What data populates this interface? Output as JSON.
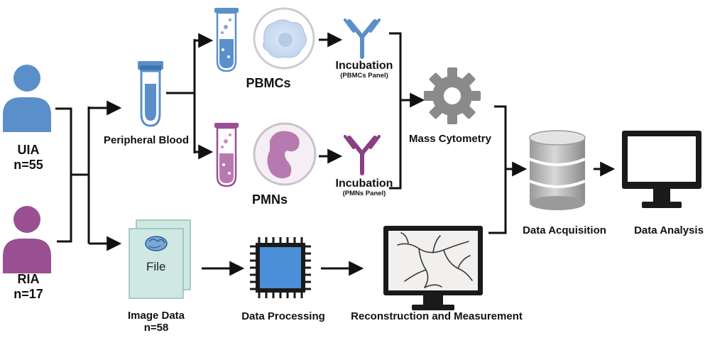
{
  "groups": {
    "uia": {
      "name": "UIA",
      "count": "n=55"
    },
    "ria": {
      "name": "RIA",
      "count": "n=17"
    }
  },
  "blood": {
    "label": "Peripheral Blood"
  },
  "pbmc": {
    "label": "PBMCs",
    "incubation": "Incubation",
    "panel": "(PBMCs Panel)"
  },
  "pmn": {
    "label": "PMNs",
    "incubation": "Incubation",
    "panel": "(PMNs Panel)"
  },
  "cytometry": {
    "label": "Mass Cytometry"
  },
  "acquisition": {
    "label": "Data Acquisition"
  },
  "analysis": {
    "label": "Data Analysis"
  },
  "image": {
    "label": "Image Data",
    "count": "n=58",
    "file_text": "File"
  },
  "processing": {
    "label": "Data Processing"
  },
  "reconstruction": {
    "label": "Reconstruction and Measurement"
  },
  "colors": {
    "blue": "#5b8fc9",
    "purple": "#9a4f93",
    "line": "#111111",
    "gear": "#8a8a8a",
    "file_bg": "#cfe8e3",
    "chip": "#4a8fd8",
    "monitor": "#1a1a1a"
  }
}
